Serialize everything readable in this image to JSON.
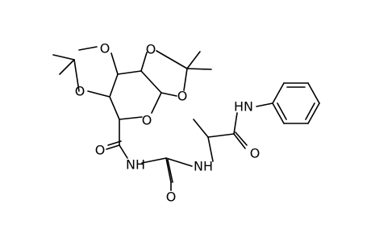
{
  "molecule": {
    "atoms": [
      {
        "id": "o1",
        "label": "O"
      },
      {
        "id": "o2",
        "label": "O"
      },
      {
        "id": "o3",
        "label": "O"
      },
      {
        "id": "o4",
        "label": "O"
      },
      {
        "id": "o5",
        "label": "O"
      },
      {
        "id": "o6",
        "label": "O"
      },
      {
        "id": "o7",
        "label": "O"
      },
      {
        "id": "o8",
        "label": "O"
      },
      {
        "id": "n1",
        "label": "NH"
      },
      {
        "id": "n2",
        "label": "NH"
      },
      {
        "id": "n3",
        "label": "HN"
      }
    ]
  }
}
